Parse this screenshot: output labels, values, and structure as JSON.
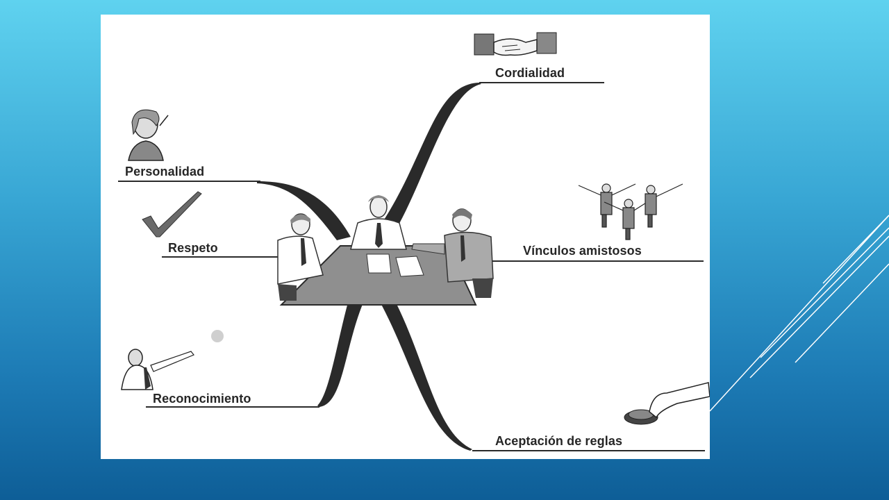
{
  "slide": {
    "background_colors": [
      "#5fd2ef",
      "#0e5e97"
    ],
    "accent_line_color": "#ffffff"
  },
  "diagram": {
    "center": "meeting-table-illustration",
    "branches": [
      {
        "label": "Cordialidad",
        "icon": "handshake-icon"
      },
      {
        "label": "Personalidad",
        "icon": "woman-portrait-icon"
      },
      {
        "label": "Respeto",
        "icon": "checkmark-icon"
      },
      {
        "label": "Vínculos amistosos",
        "icon": "cheering-group-icon"
      },
      {
        "label": "Reconocimiento",
        "icon": "pointing-man-icon"
      },
      {
        "label": "Aceptación de reglas",
        "icon": "start-button-icon"
      }
    ]
  }
}
